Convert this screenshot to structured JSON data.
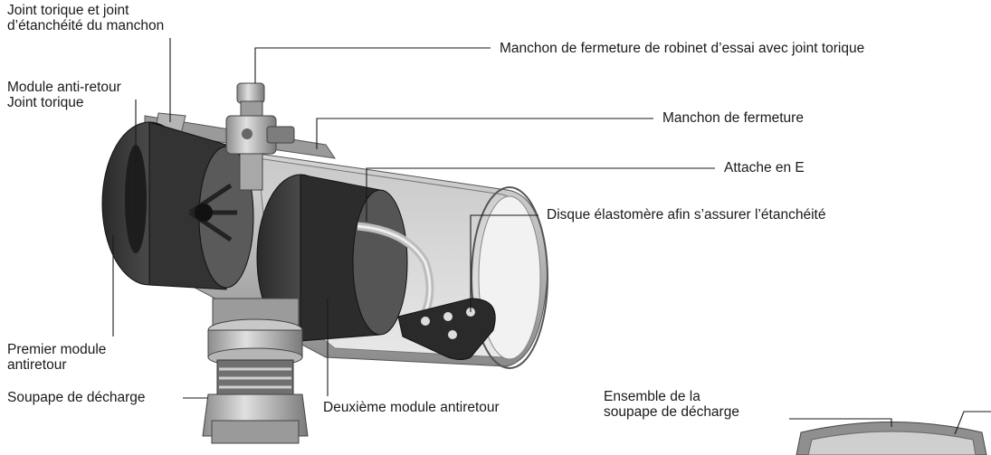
{
  "labels": {
    "joint_manchon": "Joint torique et joint\nd’étanchéité du manchon",
    "module_joint": "Module anti-retour\nJoint torique",
    "manchon_robinet": "Manchon de fermeture de robinet d’essai avec joint torique",
    "manchon_fermeture": "Manchon de fermeture",
    "attache": "Attache en E",
    "disque": "Disque élastomère afin s’assurer l’étanchéité",
    "premier_module": "Premier module\nantiretour",
    "soupape": "Soupape de décharge",
    "deuxieme_module": "Deuxième module antiretour",
    "ensemble_soupape": "Ensemble de la\nsoupape de décharge"
  }
}
